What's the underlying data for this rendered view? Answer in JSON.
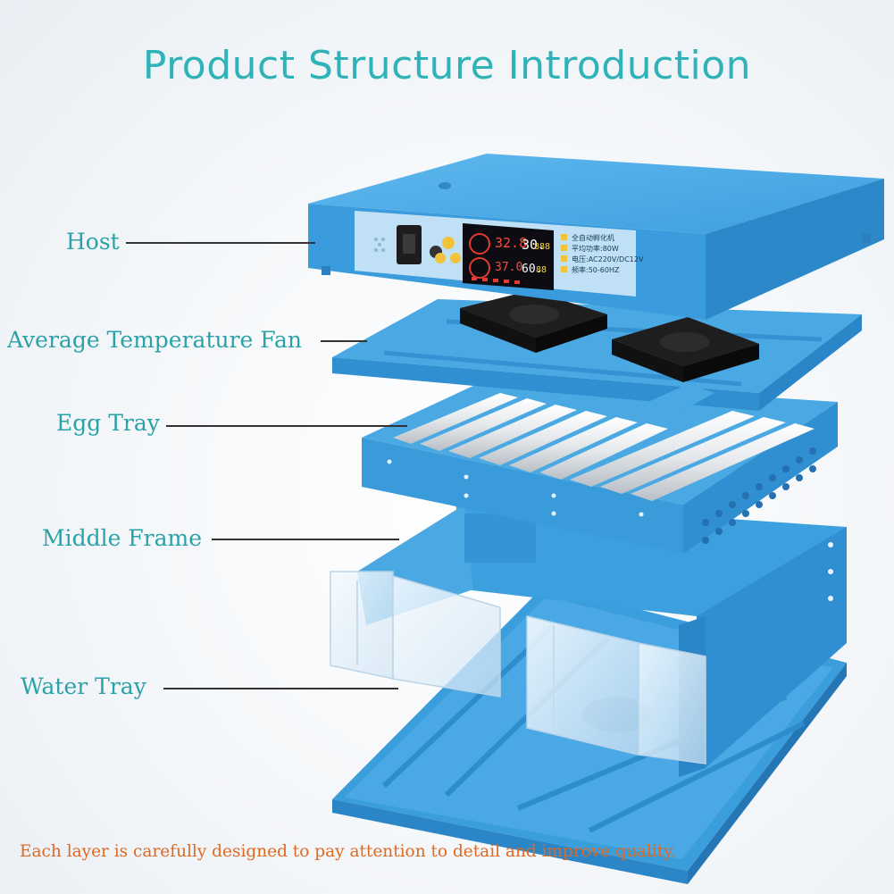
{
  "title": "Product Structure Introduction",
  "labels": {
    "host": "Host",
    "fan": "Average Temperature Fan",
    "egg_tray": "Egg Tray",
    "middle_frame": "Middle Frame",
    "water_tray": "Water Tray"
  },
  "footer": "Each layer is carefully designed to pay attention to detail and improve quality.",
  "display": {
    "temp_set": "32.8",
    "temp_read": "30.",
    "hum_read": "37.0",
    "hum_set": "60.",
    "count_a": "888",
    "count_b": "88",
    "spec_lines": [
      "全自动孵化机",
      "平均功率:80W",
      "电压:AC220V/DC12V",
      "频率:50-60HZ"
    ]
  },
  "colors": {
    "title": "#2fb3b8",
    "label": "#2aa2a8",
    "footer": "#e0681f",
    "body_blue": "#3fa2e0",
    "dark_blue": "#2677b8"
  }
}
